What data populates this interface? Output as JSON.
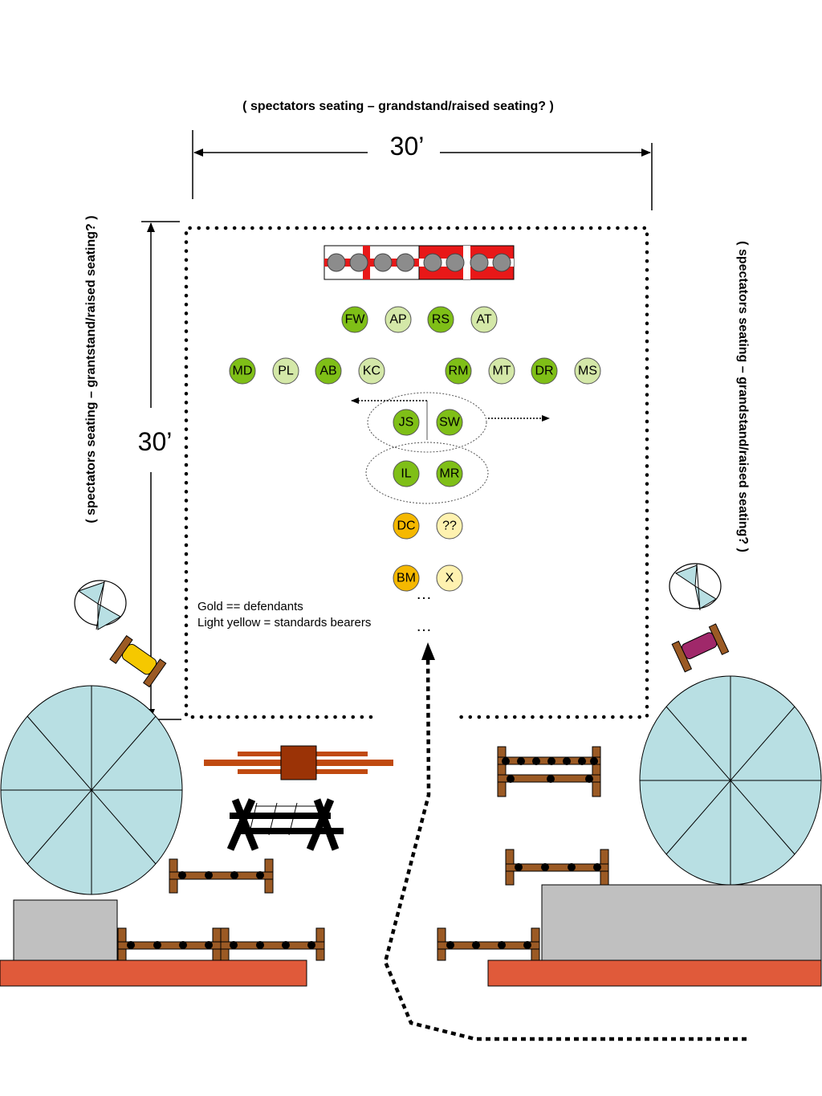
{
  "labels": {
    "top": "( spectators seating – grandstand/raised seating? )",
    "left": "( spectators seating – grantstand/raised seating? )",
    "right": "( spectators seating – grandstand/raised seating? )",
    "dim_width": "30’",
    "dim_height": "30’"
  },
  "legend": {
    "line1": "Gold == defendants",
    "line2": "Light yellow = standards bearers"
  },
  "ellipsis": "…",
  "colors": {
    "green": "#7fbf17",
    "light_green": "#d4e8a8",
    "gold": "#f5b800",
    "light_yellow": "#fff2b0",
    "pool": "#b8dfe3",
    "roof": "#e05a3a",
    "block": "#c0c0c0",
    "wood": "#9b5a24",
    "red": "#e81818",
    "magenta": "#a0286a",
    "yellow_seat": "#f5c800"
  },
  "people": [
    {
      "id": "FW",
      "color": "green"
    },
    {
      "id": "AP",
      "color": "light_green"
    },
    {
      "id": "RS",
      "color": "green"
    },
    {
      "id": "AT",
      "color": "light_green"
    },
    {
      "id": "MD",
      "color": "green"
    },
    {
      "id": "PL",
      "color": "light_green"
    },
    {
      "id": "AB",
      "color": "green"
    },
    {
      "id": "KC",
      "color": "light_green"
    },
    {
      "id": "RM",
      "color": "green"
    },
    {
      "id": "MT",
      "color": "light_green"
    },
    {
      "id": "DR",
      "color": "green"
    },
    {
      "id": "MS",
      "color": "light_green"
    },
    {
      "id": "JS",
      "color": "green"
    },
    {
      "id": "SW",
      "color": "green"
    },
    {
      "id": "IL",
      "color": "green"
    },
    {
      "id": "MR",
      "color": "green"
    },
    {
      "id": "DC",
      "color": "gold"
    },
    {
      "id": "??",
      "color": "light_yellow"
    },
    {
      "id": "BM",
      "color": "gold"
    },
    {
      "id": "X",
      "color": "light_yellow"
    }
  ]
}
